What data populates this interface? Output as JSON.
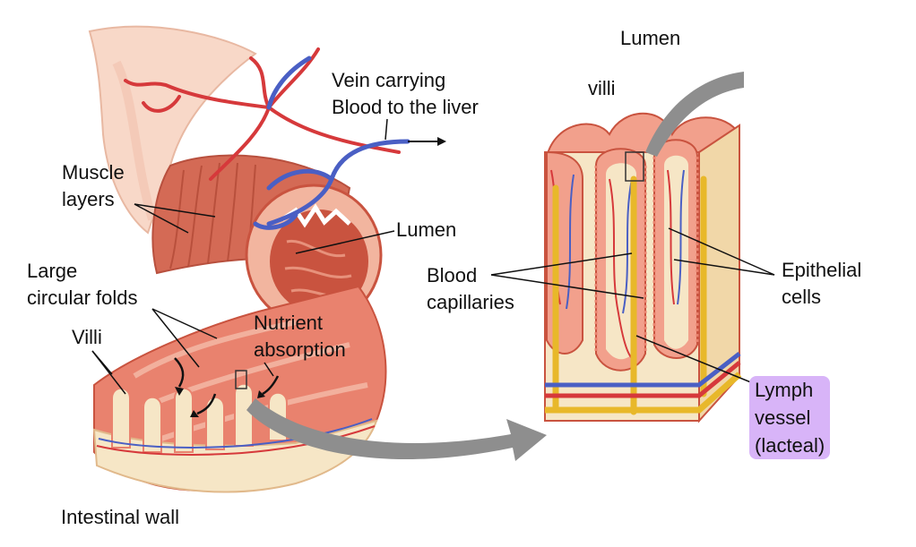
{
  "labels": {
    "vein": "Vein carrying\nBlood to the liver",
    "muscle_layers": "Muscle\nlayers",
    "lumen_left": "Lumen",
    "large_circular_folds": "Large\ncircular folds",
    "villi_left": "Villi",
    "nutrient_absorption": "Nutrient\nabsorption",
    "intestinal_wall": "Intestinal wall",
    "lumen_right": "Lumen",
    "villi_right": "villi",
    "blood_capillaries": "Blood\ncapillaries",
    "epithelial_cells": "Epithelial\ncells",
    "lymph_vessel": "Lymph\nvessel\n(lacteal)"
  },
  "colors": {
    "tissue": "#e9826e",
    "tissue_dark": "#c9533f",
    "tissue_light": "#f6c4b2",
    "outer_pale": "#f8d8c8",
    "artery": "#d6393b",
    "vein": "#4a5fc4",
    "lymph": "#e8b82a",
    "villus_core": "#f6e6c6",
    "arrow": "#8e8e8e",
    "highlight": "#d8b4f8"
  }
}
